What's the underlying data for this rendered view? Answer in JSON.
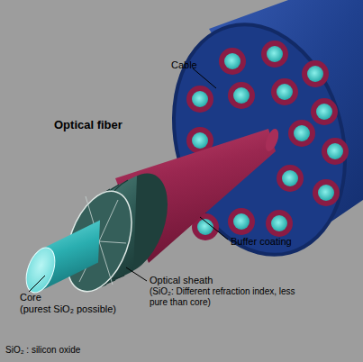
{
  "diagram": {
    "title": "Optical fiber",
    "caption": "SiO₂ : silicon oxide",
    "labels": [
      "Cable",
      "Buffer coating",
      "Core",
      "(purest SiO₂ possible)",
      "Optical sheath",
      "(SiO₂: Different refraction index, less pure than core)"
    ]
  }
}
